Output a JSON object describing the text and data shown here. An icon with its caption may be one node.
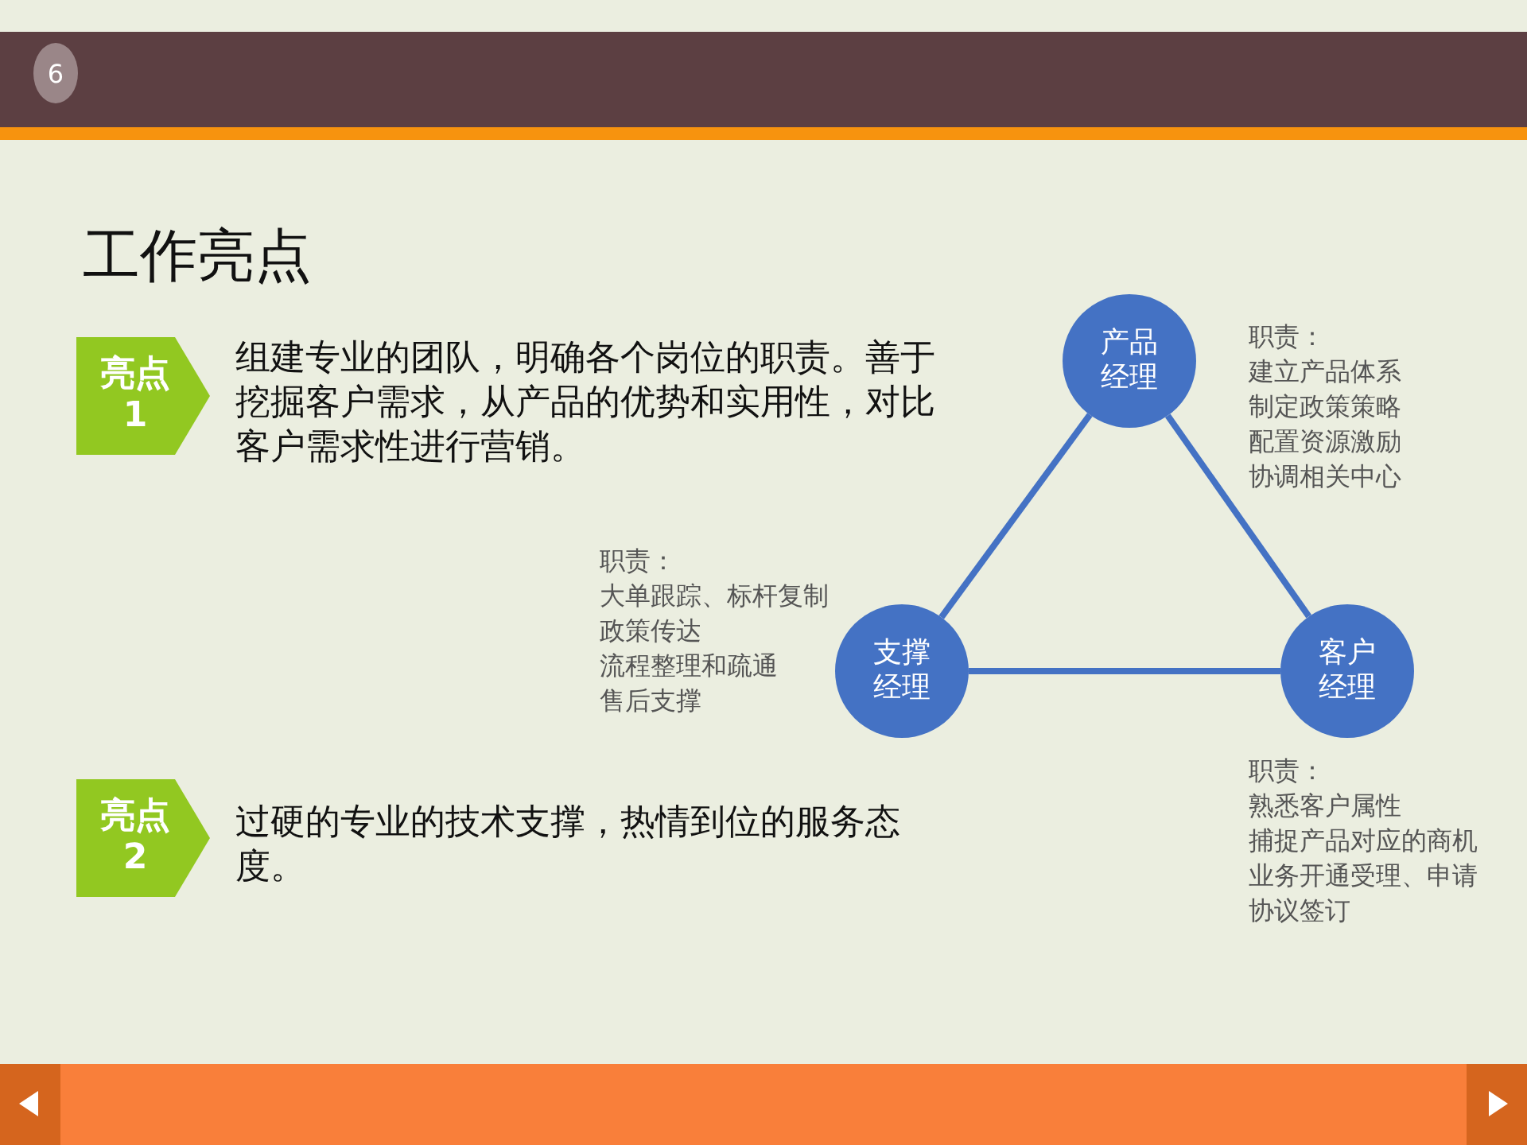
{
  "diagram": {
    "title": "工作亮点",
    "nodes": [
      {
        "text": [
          "亮点",
          "1"
        ],
        "beside": [
          "组建专业的团队，明确各个岗位的职责。善于挖掘客户需求，从产品的优势和实用性，对比客户需求性进行营销。"
        ]
      },
      {
        "text": [
          "亮点",
          "2"
        ],
        "beside": [
          "过硬的专业的技术支撑，热情到位的服务态度。"
        ]
      },
      {
        "text": [
          "产品经理"
        ],
        "beside": [
          "职责：",
          "建立产品体系",
          "制定政策策略",
          "配置资源激励",
          "协调相关中心"
        ]
      },
      {
        "text": [
          "支撑经理"
        ],
        "beside": [
          "职责：",
          "大单跟踪、标杆复制",
          "政策传达",
          "流程整理和疏通",
          "售后支撑"
        ]
      },
      {
        "text": [
          "客户经理"
        ],
        "beside": [
          "职责：",
          "熟悉客户属性",
          "捕捉产品对应的商机",
          "业务开通受理、申请",
          "协议签订"
        ]
      }
    ],
    "edges": [
      {
        "from": 2,
        "to": 3,
        "arrow": "none"
      },
      {
        "from": 2,
        "to": 4,
        "arrow": "none"
      },
      {
        "from": 3,
        "to": 4,
        "arrow": "none"
      }
    ],
    "labels": [
      "6"
    ]
  }
}
